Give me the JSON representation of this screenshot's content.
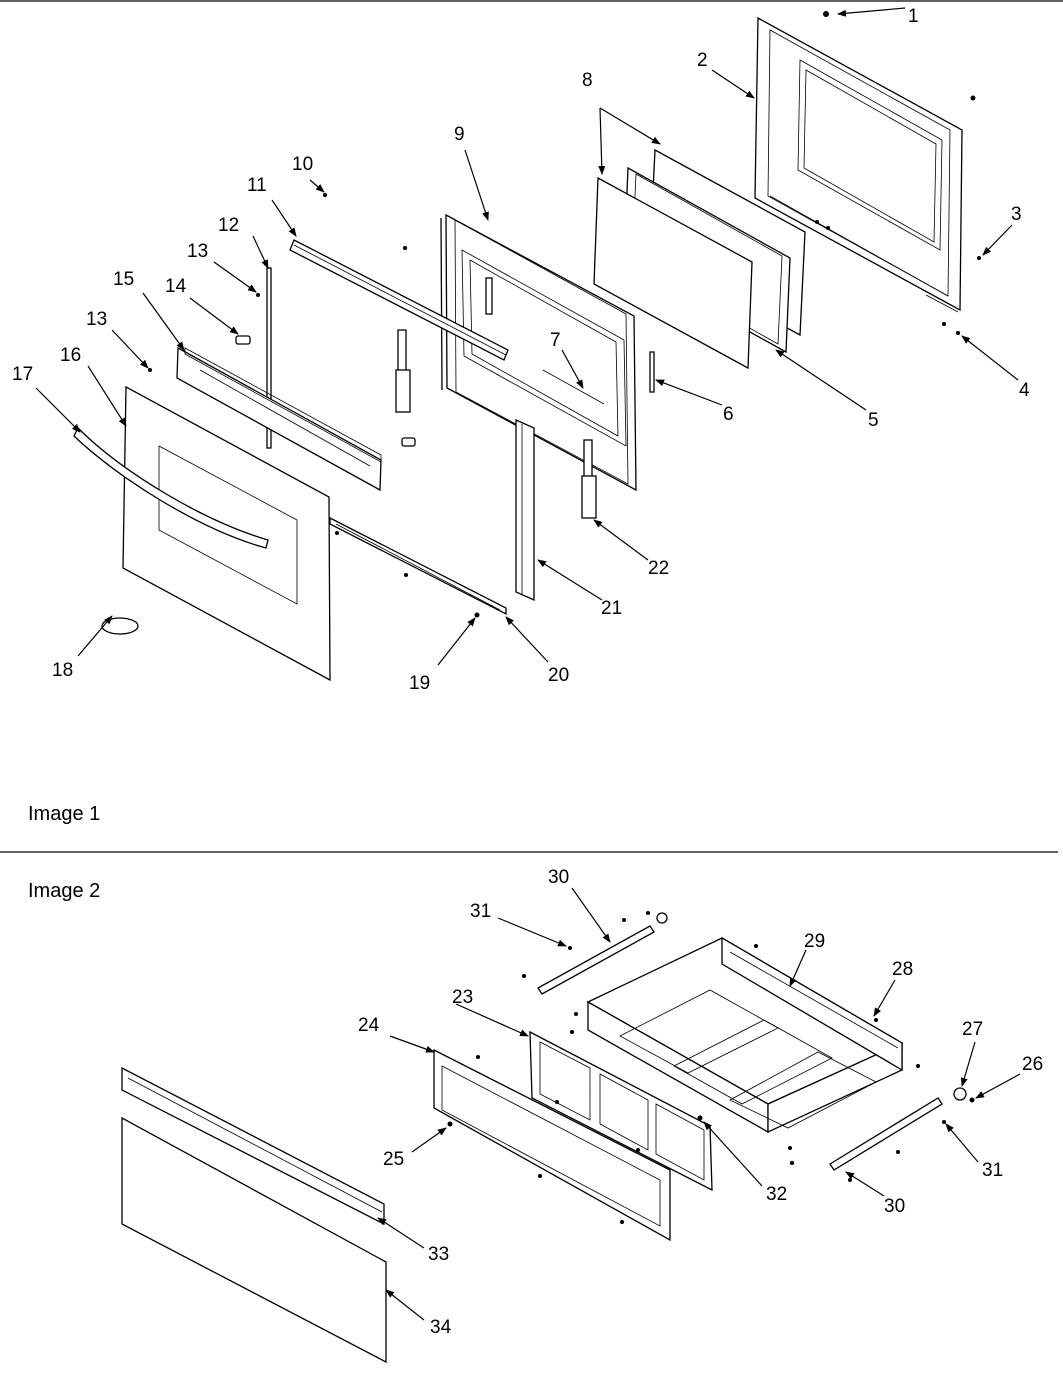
{
  "figures": [
    {
      "caption": "Image 1",
      "callouts": [
        "1",
        "2",
        "3",
        "4",
        "5",
        "6",
        "7",
        "8",
        "9",
        "10",
        "11",
        "12",
        "13",
        "13",
        "14",
        "15",
        "16",
        "17",
        "18",
        "19",
        "20",
        "21",
        "22"
      ]
    },
    {
      "caption": "Image 2",
      "callouts": [
        "23",
        "24",
        "25",
        "26",
        "27",
        "28",
        "29",
        "30",
        "30",
        "31",
        "31",
        "32",
        "33",
        "34"
      ]
    }
  ],
  "colors": {
    "ink": "#000000",
    "paper": "#ffffff"
  }
}
